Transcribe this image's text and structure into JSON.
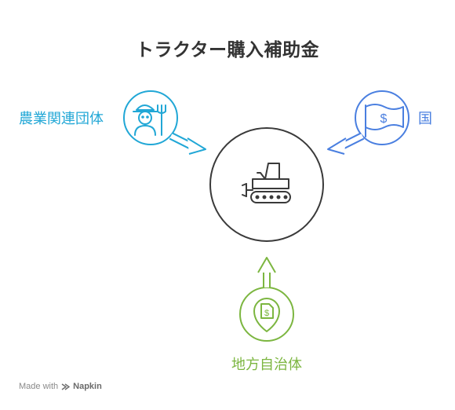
{
  "diagram": {
    "title": "トラクター購入補助金",
    "center": {
      "icon": "tractor-icon"
    },
    "sources": [
      {
        "label": "農業関連団体",
        "icon": "farmer-icon",
        "color": "#21a7d6"
      },
      {
        "label": "国",
        "icon": "money-flag-icon",
        "color": "#4a7fe0"
      },
      {
        "label": "地方自治体",
        "icon": "money-document-pin-icon",
        "color": "#7cb640"
      }
    ]
  },
  "footer": {
    "made_with": "Made with",
    "brand": "Napkin",
    "brand_icon": "napkin-logo-icon"
  }
}
